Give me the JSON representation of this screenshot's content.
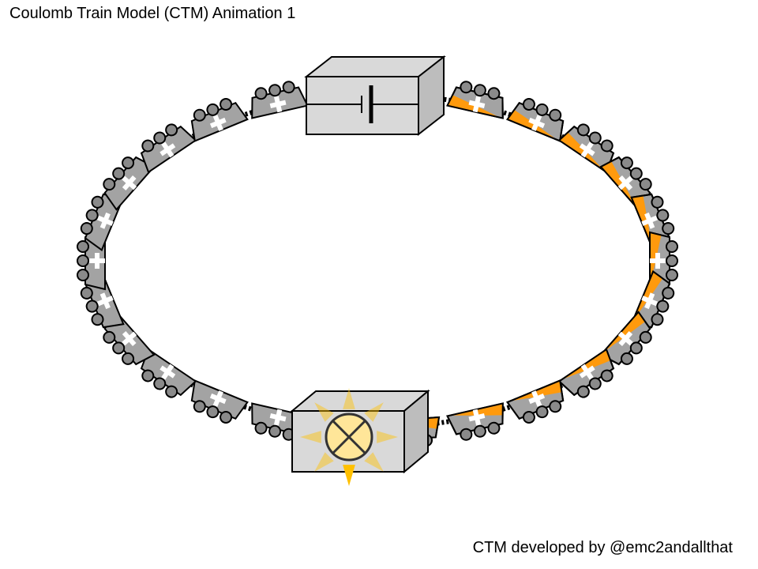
{
  "title": "Coulomb Train Model (CTM) Animation 1",
  "credit": "CTM developed by @emc2andallthat",
  "colors": {
    "truck": "#a3a3a3",
    "wheel": "#8a8a8a",
    "charge": "#ffffff",
    "energy": "#ff9a0d",
    "box_front": "#d9d9d9",
    "box_side": "#bdbdbd",
    "bulb": "#ffe699",
    "rays": "#ffc000",
    "outline": "#000000"
  },
  "components": {
    "battery": {
      "label_icon": "battery-symbol-icon"
    },
    "bulb": {
      "label_icon": "lamp-symbol-icon"
    }
  },
  "trucks": {
    "count": 26,
    "charge_symbol": "+"
  }
}
